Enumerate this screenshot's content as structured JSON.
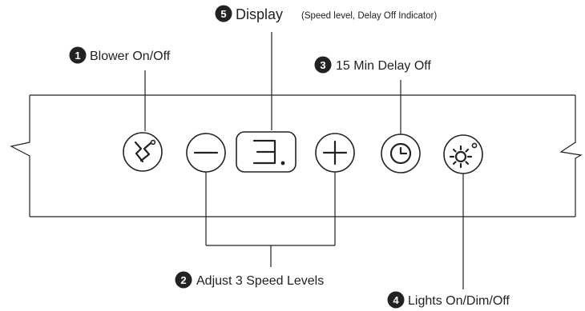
{
  "labels": {
    "blower": {
      "number": "1",
      "text": "Blower On/Off"
    },
    "speed": {
      "number": "2",
      "text": "Adjust 3 Speed Levels"
    },
    "delay": {
      "number": "3",
      "text": "15 Min Delay Off"
    },
    "lights": {
      "number": "4",
      "text": "Lights On/Dim/Off"
    },
    "display": {
      "number": "5",
      "text": "Display",
      "note": "(Speed level, Delay Off Indicator)"
    }
  },
  "display_value": "3",
  "buttons": {
    "blower": "fan-icon",
    "minus": "minus-icon",
    "plus": "plus-icon",
    "delay": "clock-icon",
    "lights": "bulb-icon"
  }
}
